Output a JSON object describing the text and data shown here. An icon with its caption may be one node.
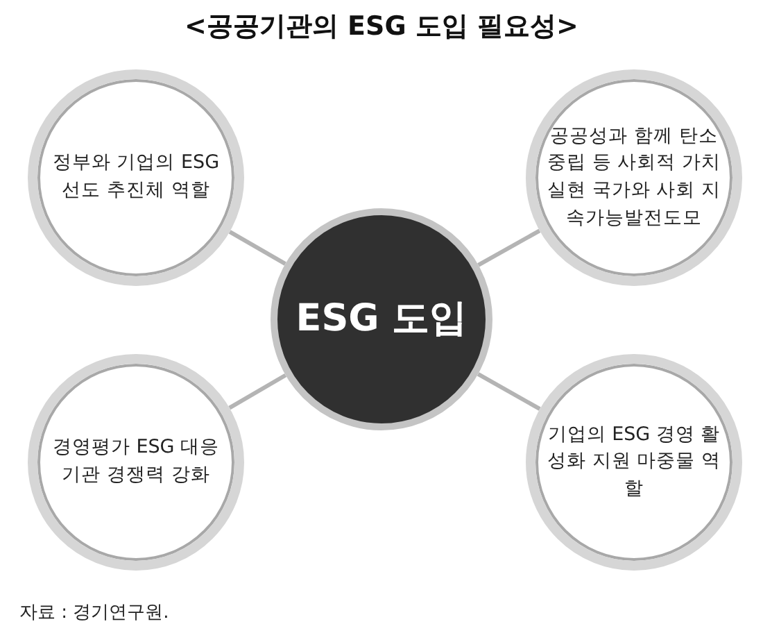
{
  "diagram": {
    "title": "<공공기관의 ESG 도입 필요성>",
    "nodes": [
      {
        "text": [
          "정부와 기업의 ESG 선도 추진체 역할"
        ]
      },
      {
        "text": [
          "공공성과 함께 탄소중립 등 사회적 가치 실현 국가와 사회 지속가능발전도모"
        ]
      },
      {
        "text": [
          "ESG 도입"
        ]
      },
      {
        "text": [
          "경영평가 ESG 대응 기관 경쟁력 강화"
        ]
      },
      {
        "text": [
          "기업의 ESG 경영 활성화 지원 마중물 역할"
        ]
      }
    ],
    "edges": [
      {
        "from": 2,
        "to": 0,
        "arrow": "none"
      },
      {
        "from": 2,
        "to": 1,
        "arrow": "none"
      },
      {
        "from": 2,
        "to": 3,
        "arrow": "none"
      },
      {
        "from": 2,
        "to": 4,
        "arrow": "none"
      }
    ],
    "caption": "자료 : 경기연구원."
  }
}
